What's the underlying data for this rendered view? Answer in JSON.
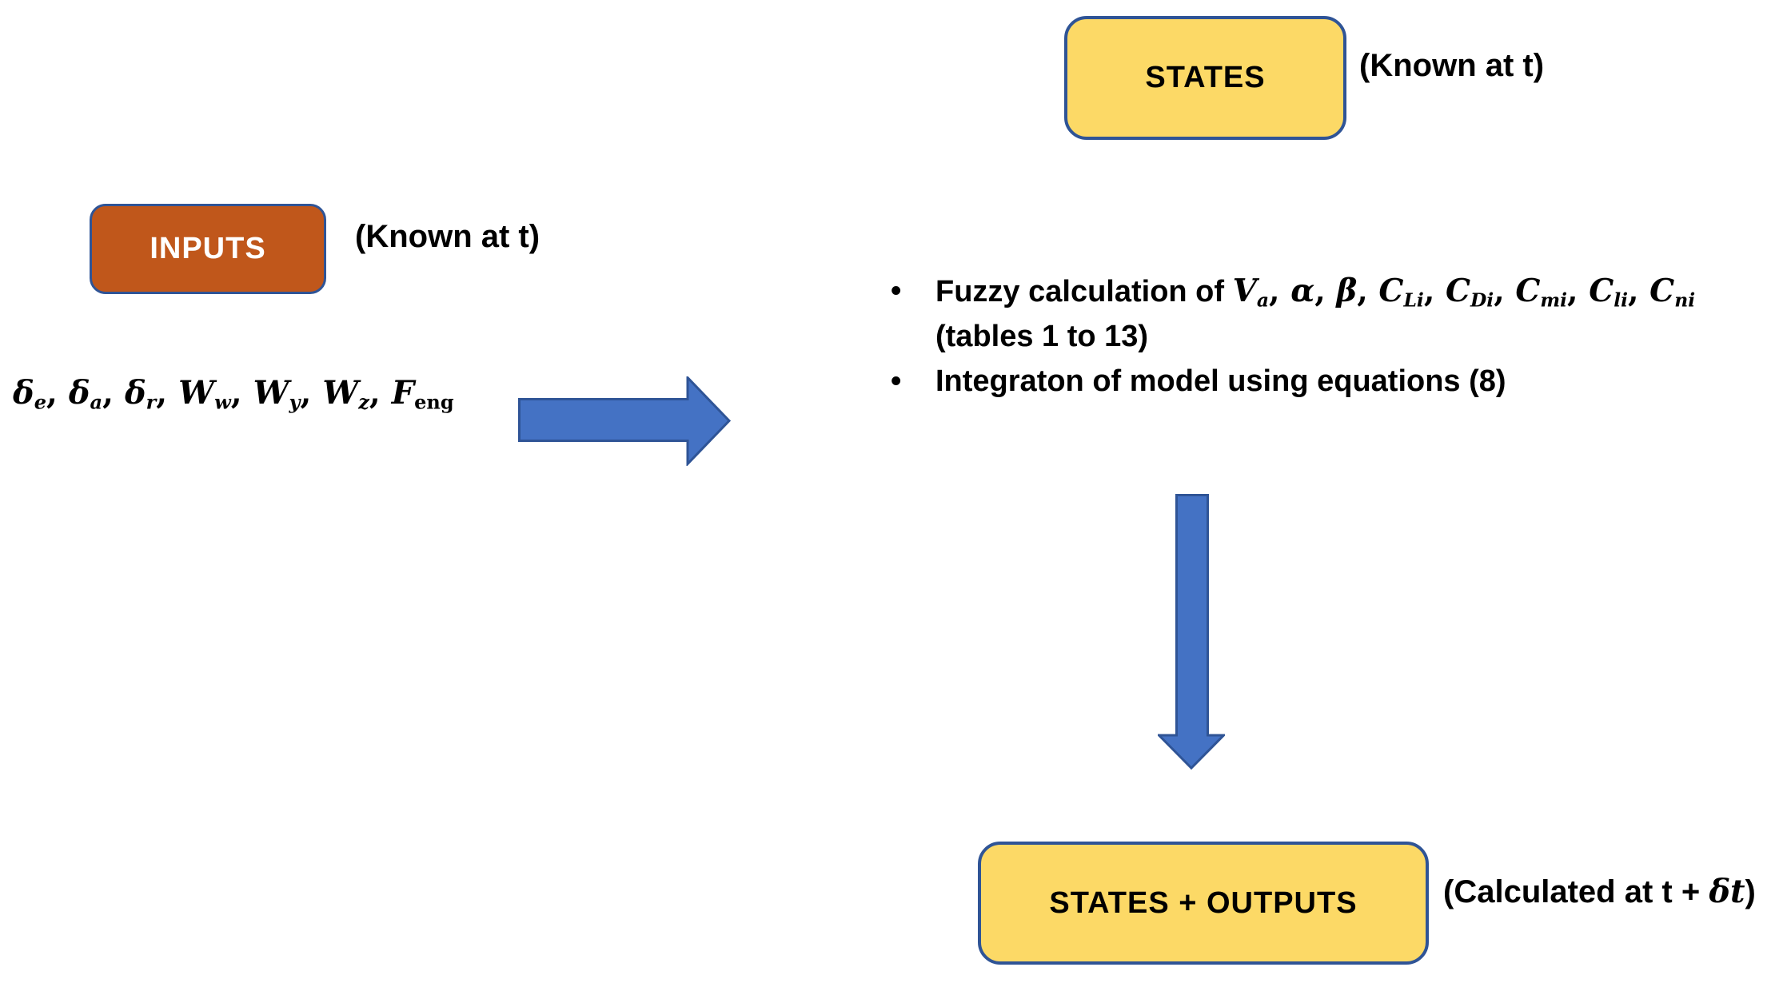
{
  "colors": {
    "background": "#FFFFFF",
    "orange_fill": "#C0571B",
    "yellow_fill": "#FCD966",
    "arrow_fill": "#4472C4",
    "border_blue": "#2F5496",
    "text_dark": "#000000",
    "text_light": "#FFFFFF"
  },
  "inputs": {
    "box_label": "INPUTS",
    "annotation": "(Known at t)",
    "variables_segments": [
      {
        "t": "δ",
        "it": 1
      },
      {
        "t": "e",
        "sub": 1,
        "it": 1
      },
      {
        "t": ", "
      },
      {
        "t": "δ",
        "it": 1
      },
      {
        "t": "a",
        "sub": 1,
        "it": 1
      },
      {
        "t": ", "
      },
      {
        "t": "δ",
        "it": 1
      },
      {
        "t": "r",
        "sub": 1,
        "it": 1
      },
      {
        "t": ", "
      },
      {
        "t": "W",
        "it": 1
      },
      {
        "t": "w",
        "sub": 1,
        "it": 1
      },
      {
        "t": ", "
      },
      {
        "t": "W",
        "it": 1
      },
      {
        "t": "y",
        "sub": 1,
        "it": 1
      },
      {
        "t": ", "
      },
      {
        "t": "W",
        "it": 1
      },
      {
        "t": "z",
        "sub": 1,
        "it": 1
      },
      {
        "t": ", "
      },
      {
        "t": "F",
        "it": 1
      },
      {
        "t": "eng",
        "sub": 1
      }
    ]
  },
  "states": {
    "box_label": "STATES",
    "annotation": "(Known at t)"
  },
  "process": {
    "marker": "•",
    "bullet1_text": "Fuzzy calculation of ",
    "bullet1_math_segments": [
      {
        "t": "V",
        "it": 1
      },
      {
        "t": "a",
        "sub": 1,
        "it": 1
      },
      {
        "t": ", "
      },
      {
        "t": "α",
        "it": 1
      },
      {
        "t": ", "
      },
      {
        "t": "β",
        "it": 1
      },
      {
        "t": ", "
      },
      {
        "t": "C",
        "it": 1
      },
      {
        "t": "Li",
        "sub": 1,
        "it": 1
      },
      {
        "t": ", "
      },
      {
        "t": "C",
        "it": 1
      },
      {
        "t": "Di",
        "sub": 1,
        "it": 1
      },
      {
        "t": ", "
      },
      {
        "t": "C",
        "it": 1
      },
      {
        "t": "mi",
        "sub": 1,
        "it": 1
      },
      {
        "t": ", "
      },
      {
        "t": "C",
        "it": 1
      },
      {
        "t": "li",
        "sub": 1,
        "it": 1
      },
      {
        "t": ", "
      },
      {
        "t": "C",
        "it": 1
      },
      {
        "t": "ni",
        "sub": 1,
        "it": 1
      }
    ],
    "bullet1_line2": "(tables 1 to 13)",
    "bullet2_text": "Integraton of model using equations (8)"
  },
  "output": {
    "box_label": "STATES + OUTPUTS",
    "annotation_segments": [
      {
        "t": "(Calculated at t + "
      },
      {
        "t": "δt",
        "it": 1,
        "serif": 1
      },
      {
        "t": ")"
      }
    ]
  }
}
